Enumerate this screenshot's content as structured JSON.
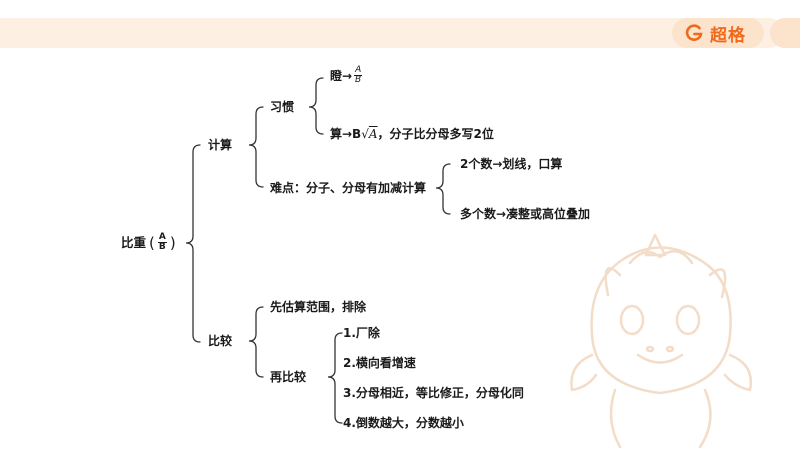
{
  "brand": {
    "name": "超格",
    "accent": "#f06a1d"
  },
  "mindmap": {
    "root": {
      "label": "比重",
      "frac_num": "A",
      "frac_den": "B"
    },
    "calc": {
      "label": "计算",
      "habit": {
        "label": "习惯",
        "item1": {
          "prefix": "瞪→",
          "num": "A",
          "den": "B"
        },
        "item2": {
          "prefix": "算→B",
          "radicand": "A",
          "suffix": "，分子比分母多写2位"
        }
      },
      "difficulty": {
        "label": "难点：分子、分母有加减计算",
        "items": [
          "2个数→划线，口算",
          "多个数→凑整或高位叠加"
        ]
      }
    },
    "compare": {
      "label": "比较",
      "estimate": {
        "label": "先估算范围，排除"
      },
      "recompare": {
        "label": "再比较",
        "items": [
          "1.厂除",
          "2.横向看增速",
          "3.分母相近，等比修正，分母化同",
          "4.倒数越大，分数越小"
        ]
      }
    }
  }
}
